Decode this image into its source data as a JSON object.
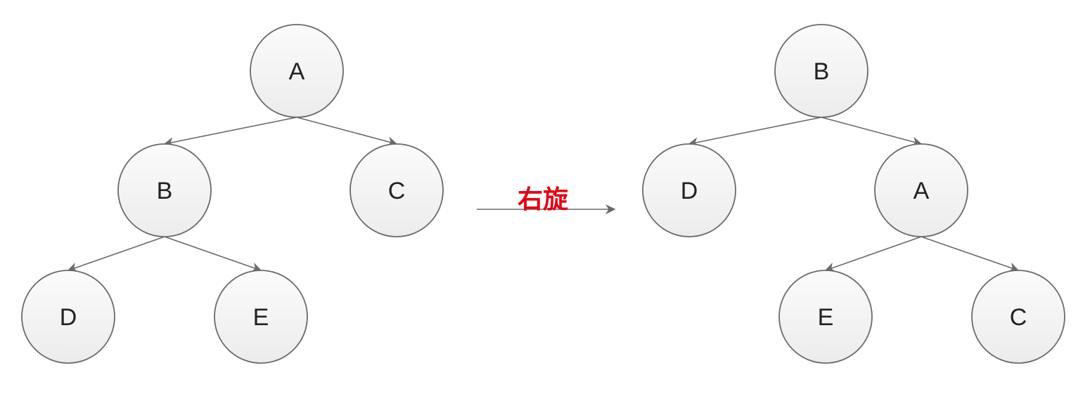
{
  "colors": {
    "node_stroke": "#6b6b6b",
    "node_fill_top": "#fbfbfb",
    "node_fill_bottom": "#ececec",
    "edge": "#6b6b6b",
    "operation_label": "#e60012"
  },
  "operation": {
    "label": "右旋"
  },
  "before_tree": {
    "nodes": [
      {
        "id": "A",
        "label": "A"
      },
      {
        "id": "B",
        "label": "B"
      },
      {
        "id": "C",
        "label": "C"
      },
      {
        "id": "D",
        "label": "D"
      },
      {
        "id": "E",
        "label": "E"
      }
    ],
    "edges": [
      {
        "from": "A",
        "to": "B"
      },
      {
        "from": "A",
        "to": "C"
      },
      {
        "from": "B",
        "to": "D"
      },
      {
        "from": "B",
        "to": "E"
      }
    ]
  },
  "after_tree": {
    "nodes": [
      {
        "id": "B",
        "label": "B"
      },
      {
        "id": "D",
        "label": "D"
      },
      {
        "id": "A",
        "label": "A"
      },
      {
        "id": "E",
        "label": "E"
      },
      {
        "id": "C",
        "label": "C"
      }
    ],
    "edges": [
      {
        "from": "B",
        "to": "D"
      },
      {
        "from": "B",
        "to": "A"
      },
      {
        "from": "A",
        "to": "E"
      },
      {
        "from": "A",
        "to": "C"
      }
    ]
  }
}
